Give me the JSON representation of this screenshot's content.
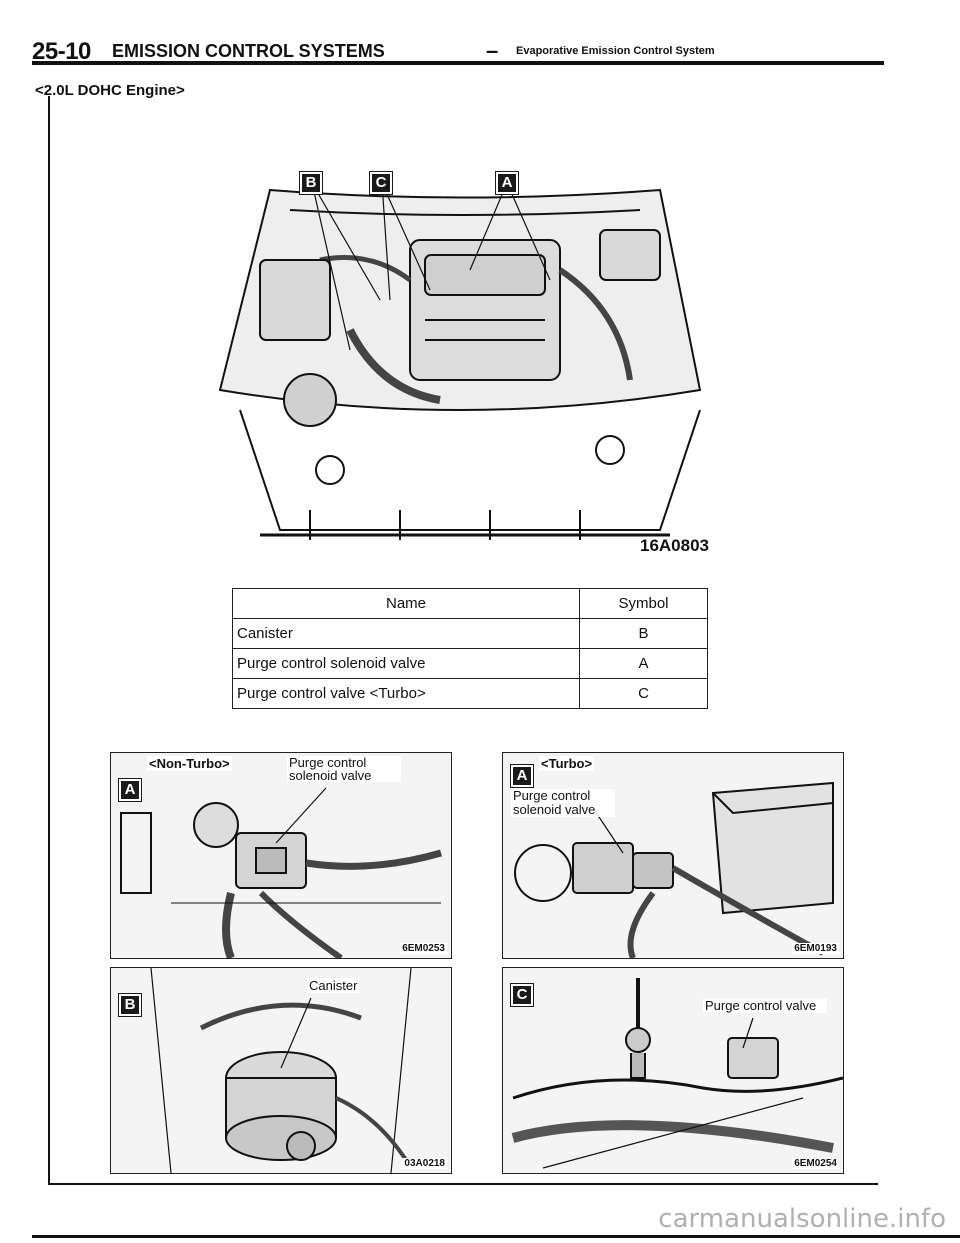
{
  "header": {
    "page_number": "25-10",
    "section_title": "EMISSION CONTROL SYSTEMS",
    "separator": "–",
    "subsection_title": "Evaporative Emission Control System"
  },
  "engine_label": "<2.0L DOHC Engine>",
  "main_figure": {
    "code": "16A0803",
    "callouts": [
      "B",
      "C",
      "A"
    ]
  },
  "table": {
    "columns": [
      "Name",
      "Symbol"
    ],
    "rows": [
      {
        "name": "Canister",
        "symbol": "B"
      },
      {
        "name": "Purge control solenoid valve",
        "symbol": "A"
      },
      {
        "name": "Purge control valve <Turbo>",
        "symbol": "C"
      }
    ]
  },
  "detail_figures": [
    {
      "badge": "A",
      "variant": "<Non-Turbo>",
      "label": "Purge control solenoid valve",
      "code": "6EM0253"
    },
    {
      "badge": "A",
      "variant": "<Turbo>",
      "label": "Purge control solenoid valve",
      "code": "6EM0193"
    },
    {
      "badge": "B",
      "variant": "",
      "label": "Canister",
      "code": "03A0218"
    },
    {
      "badge": "C",
      "variant": "",
      "label": "Purge control valve",
      "code": "6EM0254"
    }
  ],
  "watermark": "carmanualsonline.info"
}
